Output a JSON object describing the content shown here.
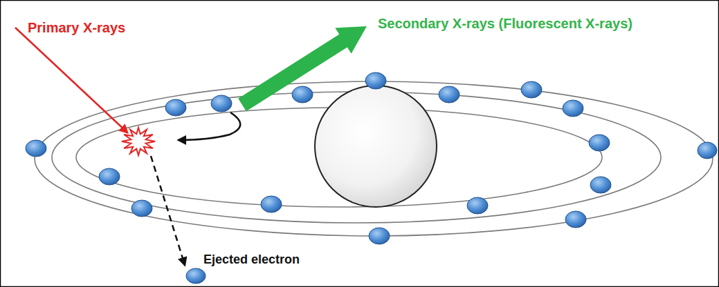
{
  "diagram": {
    "labels": [
      "Primary X-rays",
      "Secondary X-rays (Fluorescent X-rays)",
      "Ejected electron"
    ]
  }
}
